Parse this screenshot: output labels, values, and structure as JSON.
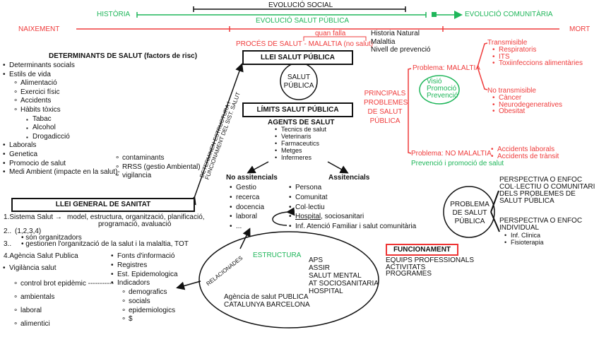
{
  "timeline": {
    "evolucio_social": "EVOLUCIÓ SOCIAL",
    "historia": "HISTÒRIA",
    "evolucio_salut_publica": "EVOLUCIÓ SALUT PÚBLICA",
    "evolucio_comunitaria": "EVOLUCIÓ COMUNITÀRIA",
    "naixement": "NAIXEMENT",
    "mort": "MORT"
  },
  "proces": {
    "quan_falla": "quan falla",
    "title": "PROCÉS DE SALUT - MALALTIA (no salut)",
    "notes": [
      "Historia Natural",
      "Malaltia",
      "Nivell de prevenció"
    ]
  },
  "determinants": {
    "title": "DETERMINANTS DE SALUT (factors de risc)",
    "items": [
      "Determinants socials",
      "Estils de vida"
    ],
    "estils": [
      "Alimentació",
      " Exercici físic",
      "Accidents",
      "Hàbits tòxics"
    ],
    "habits": [
      "Tabac",
      "Alcohol",
      "Drogadicció"
    ],
    "more": [
      "Laborals",
      "Genetica",
      "Promocio de salut",
      "Medi Ambient (impacte en la salut)-"
    ],
    "medi": [
      "contaminants",
      "RRSS (gestio Ambiental)",
      "vigilancia"
    ]
  },
  "llei_salut_publica": "LLEI SALUT PÚBLICA",
  "salut_publica_circle": [
    "SALUT",
    "PÚBLICA"
  ],
  "limits": "LÍMITS SALUT PÚBLICA",
  "determinen_label": [
    "DETERMINEN ESTRUCTURA I",
    "FUNCIONAMENT DEL SIST. SALUT"
  ],
  "agents": {
    "title": "AGENTS DE SALUT",
    "items": [
      "Tecnics de salut",
      "Veterinaris",
      "Farmaceutics",
      "Metges",
      "Infermeres"
    ]
  },
  "no_assistencials": {
    "title": "No assitencials",
    "items": [
      "Gestio",
      "recerca",
      "docencia",
      "laboral",
      "..."
    ]
  },
  "assistencials": {
    "title": "Assitencials",
    "items": [
      "Persona",
      "Comunitat",
      "Col·lectiu"
    ],
    "hospital": "Hospital",
    "hospital_rest": ", sociosanitari",
    "inf": "Inf. Atenció Familiar i salut comunitària"
  },
  "llei_general": {
    "title": "LLEI GENERAL DE SANITAT",
    "l1a": "1.Sistema Salut →",
    "l1b": "model, estructura, organització, planificació,",
    "l1c": "programació, avaluació",
    "l2a": "2..",
    "l2b": "(1,2,3,4)",
    "l2c": "són organitzadors",
    "l3a": "3..",
    "l3b": "gestionen l'organització de la salut i la malaltia, TOT",
    "l4": "4.Agència Salut Publica",
    "vigilancia": "Vigilància salut",
    "vig_items": [
      "control brot epidèmic",
      "ambientals",
      "laboral",
      "alimentici"
    ],
    "fonts": [
      "Fonts d'informació",
      "Registres",
      "Est. Epidemologica",
      "Indicadors"
    ],
    "indicadors": [
      "demografics",
      "socials",
      "epidemiologics",
      "$"
    ],
    "dots": "-----------"
  },
  "estructura": {
    "title": "ESTRUCTURA",
    "relacionades": "RELACIONADES",
    "items": [
      "APS",
      "ASSIR",
      "SALUT MENTAL",
      "AT SOCIOSANITARIA",
      "HOSPITAL"
    ],
    "agencia": [
      "Agència de salut PUBLICA",
      "CATALUNYA BARCELONA"
    ]
  },
  "principals": {
    "title": [
      "PRINCIPALS",
      "PROBLEMES",
      "DE SALUT",
      "PÚBLICA"
    ],
    "malaltia": "Problema: MALALTIA",
    "vision": [
      "Visió",
      "Promoció",
      "Prevenció"
    ],
    "transmisible": "Transmisible",
    "trans_items": [
      "Respiratoris",
      "ITS",
      "Toxiinfeccions alimentàries"
    ],
    "no_transmisible": "No transmisible",
    "no_trans_items": [
      "Càncer",
      "Neurodegeneratives",
      "Obesitat"
    ],
    "no_malaltia": "Problema: NO MALALTIA",
    "accidents": [
      "Accidents laborals",
      "Accidents de trànsit"
    ],
    "prevencio": "Prevenció i promoció de salut"
  },
  "problema_circle": [
    "PROBLEMA",
    "DE SALUT",
    "PÚBLICA"
  ],
  "perspectiva_col": [
    "PERSPECTIVA O ENFOC",
    "COL·LECTIU O COMUNITARI",
    "DELS PROBLEMES DE",
    "SALUT PÚBLICA"
  ],
  "perspectiva_ind": [
    "PERSPECTIVA O ENFOC",
    "INDIVIDUAL"
  ],
  "perspectiva_ind_items": [
    "Inf. Clinica",
    "Fisioterapia"
  ],
  "funcionament": {
    "title": "FUNCIONAMENT",
    "items": [
      "EQUIPS PROFESSIONALS",
      "ACTIVITATS",
      "PROGRAMES"
    ]
  },
  "colors": {
    "red": "#ef3b3b",
    "green": "#1fb65a",
    "black": "#111111"
  }
}
